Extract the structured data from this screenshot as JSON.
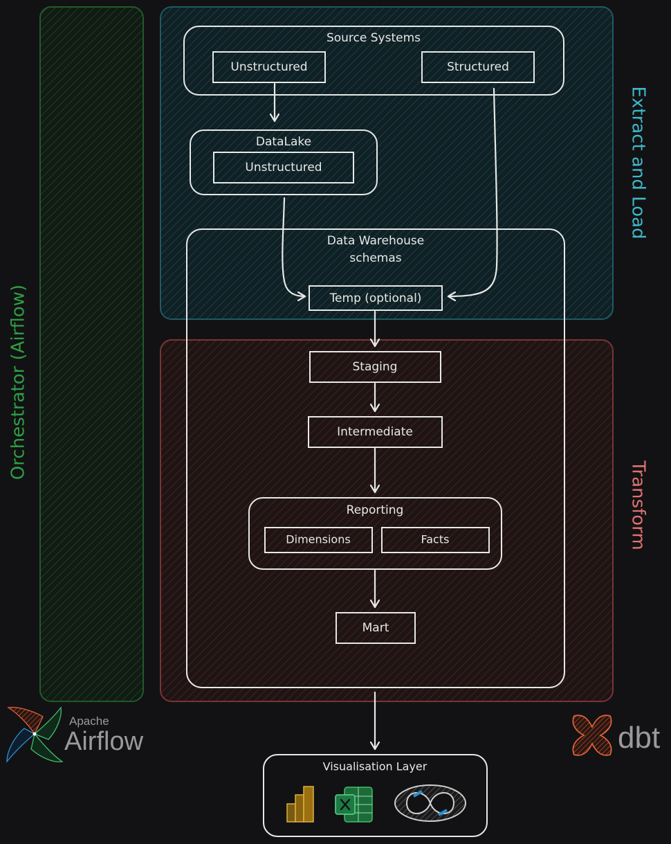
{
  "zones": {
    "orchestrator_label": "Orchestrator (Airflow)",
    "extract_load_label": "Extract and Load",
    "transform_label": "Transform"
  },
  "source_systems": {
    "title": "Source Systems",
    "unstructured": "Unstructured",
    "structured": "Structured"
  },
  "datalake": {
    "title": "DataLake",
    "unstructured": "Unstructured"
  },
  "warehouse": {
    "title_line1": "Data Warehouse",
    "title_line2": "schemas",
    "temp": "Temp (optional)",
    "staging": "Staging",
    "intermediate": "Intermediate",
    "reporting": {
      "title": "Reporting",
      "dimensions": "Dimensions",
      "facts": "Facts"
    },
    "mart": "Mart"
  },
  "visualisation": {
    "title": "Visualisation Layer",
    "icons": [
      "power-bi-icon",
      "excel-icon",
      "looker-icon"
    ]
  },
  "logos": {
    "airflow_small": "Apache",
    "airflow_big": "Airflow",
    "dbt": "dbt"
  },
  "colors": {
    "background": "#121214",
    "orchestrator": "#1f6b2c",
    "extract_load": "#1f6b74",
    "extract_load_text": "#3fb8c8",
    "transform": "#8a3a3a",
    "transform_text": "#e07272",
    "orchestrator_text": "#2f9e44",
    "boxes": "#e8e8e8"
  }
}
